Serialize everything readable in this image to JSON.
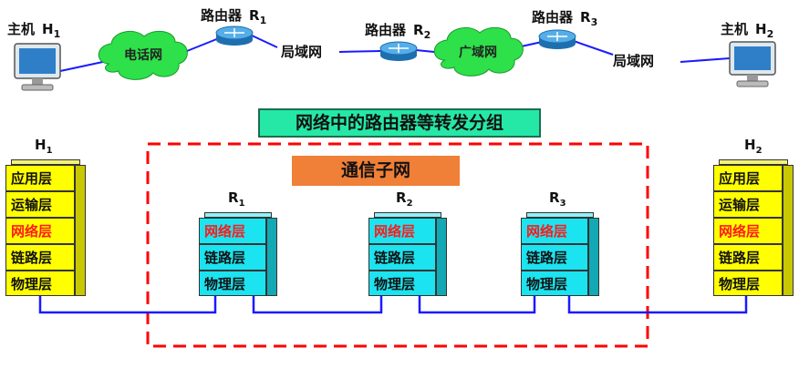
{
  "top_row": {
    "host1_label": "主机",
    "host1_sub": "1",
    "host2_label": "主机",
    "host2_sub": "2",
    "router_label": "路由器",
    "r1_sub": "1",
    "r2_sub": "2",
    "r3_sub": "3",
    "phone_cloud": "电话网",
    "wan_cloud": "广域网",
    "lan1": "局域网",
    "lan2": "局域网"
  },
  "banner_forward": "网络中的路由器等转发分组",
  "banner_subnet": "通信子网",
  "stacks": {
    "h1": {
      "name": "H",
      "sub": "1",
      "layers": [
        "应用层",
        "运输层",
        "网络层",
        "链路层",
        "物理层"
      ]
    },
    "r1": {
      "name": "R",
      "sub": "1",
      "layers": [
        "网络层",
        "链路层",
        "物理层"
      ]
    },
    "r2": {
      "name": "R",
      "sub": "2",
      "layers": [
        "网络层",
        "链路层",
        "物理层"
      ]
    },
    "r3": {
      "name": "R",
      "sub": "3",
      "layers": [
        "网络层",
        "链路层",
        "物理层"
      ]
    },
    "h2": {
      "name": "H",
      "sub": "2",
      "layers": [
        "应用层",
        "运输层",
        "网络层",
        "链路层",
        "物理层"
      ]
    }
  },
  "colors": {
    "link": "#1a1aff",
    "subnet_border": "#ff0000",
    "host_layer": "#ffff00",
    "router_layer": "#1ce3f0",
    "network_layer_text": "#ff1a1a",
    "cloud": "#2ee04a",
    "router_icon": "#2f8fd6"
  }
}
